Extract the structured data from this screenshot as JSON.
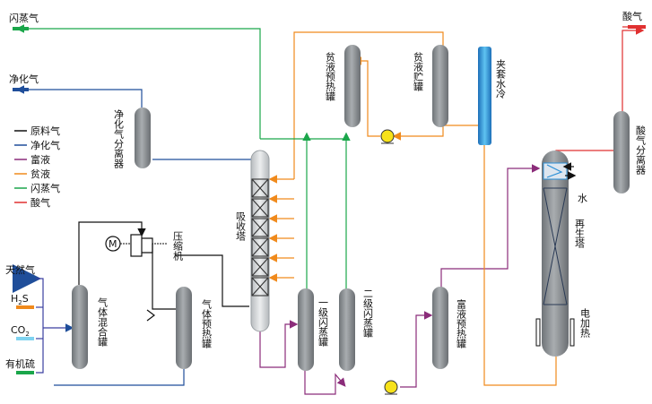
{
  "outputs": {
    "flash_gas": "闪蒸气",
    "purified_gas": "净化气",
    "acid_gas": "酸气"
  },
  "inputs": {
    "natural_gas": "天然气",
    "h2s": "H",
    "h2s_sub": "2",
    "h2s_tail": "S",
    "co2": "CO",
    "co2_sub": "2",
    "organic_sulfur": "有机硫"
  },
  "legend": [
    {
      "label": "原料气",
      "color": "#111111"
    },
    {
      "label": "净化气",
      "color": "#1f4e9a"
    },
    {
      "label": "富液",
      "color": "#8b2c7a"
    },
    {
      "label": "贫液",
      "color": "#f08a1c"
    },
    {
      "label": "闪蒸气",
      "color": "#1aa64a"
    },
    {
      "label": "酸气",
      "color": "#e03030"
    }
  ],
  "equipment": {
    "gas_mixing_tank": "气体混合罐",
    "compressor": "压缩机",
    "motor": "M",
    "gas_preheat_tank": "气体预热罐",
    "purified_gas_separator": "净化气分离器",
    "absorber": "吸收塔",
    "stage1_flash": "一级闪蒸罐",
    "stage2_flash": "二级闪蒸罐",
    "lean_preheat": "贫液预热罐",
    "lean_storage": "贫液贮罐",
    "jacket_cooling": "夹套水冷",
    "rich_preheat": "富液预热罐",
    "regenerator": "再生塔",
    "water": "水",
    "electric_heating": "电加热",
    "acid_gas_separator": "酸气分离器"
  },
  "colors": {
    "feed": "#111111",
    "purified": "#1f4e9a",
    "rich": "#8b2c7a",
    "lean": "#f08a1c",
    "flash": "#1aa64a",
    "acid": "#e03030",
    "vessel": "#8f9396",
    "cooler": "#2a8fd6"
  }
}
